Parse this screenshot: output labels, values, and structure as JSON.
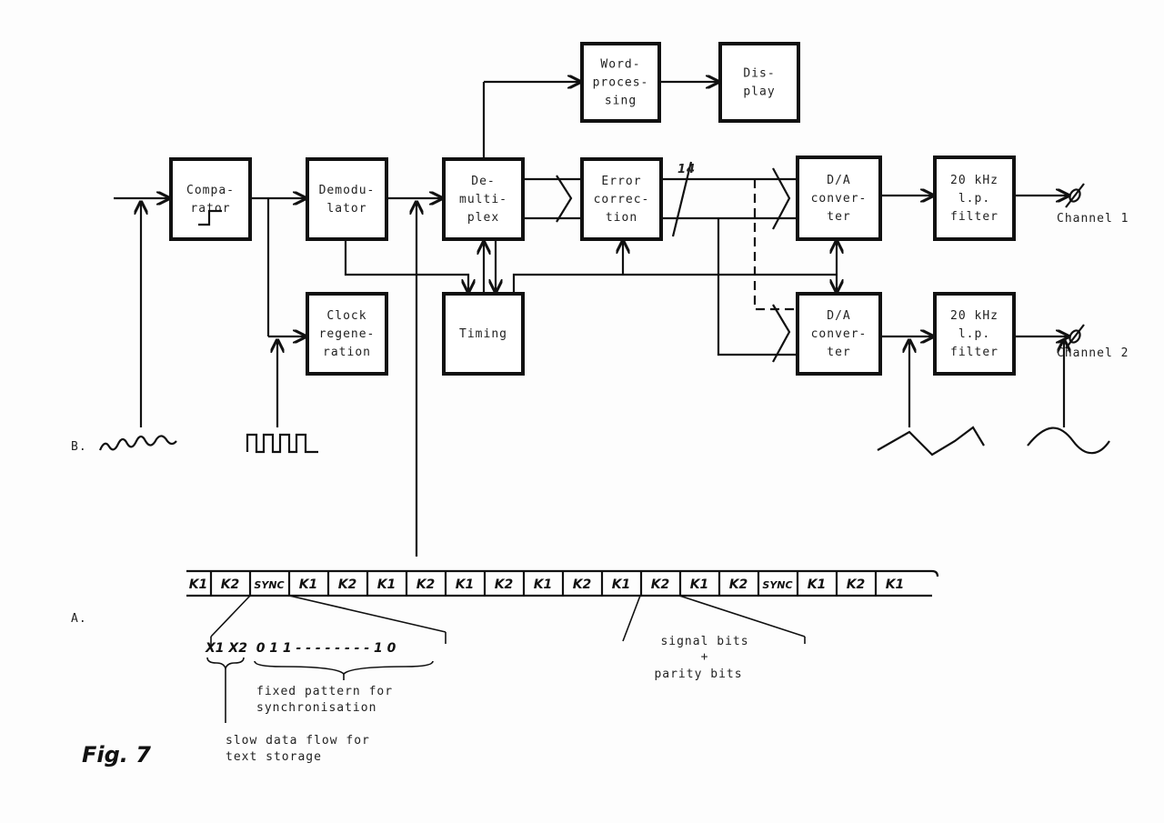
{
  "figure_label": "Fig. 7",
  "row_labels": {
    "b": "B.",
    "a": "A."
  },
  "blocks": {
    "comparator": [
      "Compa-",
      "rator"
    ],
    "demodulator": [
      "Demodu-",
      "lator"
    ],
    "clock": [
      "Clock",
      "regene-",
      "ration"
    ],
    "demultiplex": [
      "De-",
      "multi-",
      "plex"
    ],
    "timing": [
      "Timing"
    ],
    "word_processing": [
      "Word-",
      "proces-",
      "sing"
    ],
    "display": [
      "Dis-",
      "play"
    ],
    "error_correction": [
      "Error",
      "correc-",
      "tion"
    ],
    "da1": [
      "D/A",
      "conver-",
      "ter"
    ],
    "da2": [
      "D/A",
      "conver-",
      "ter"
    ],
    "filter1": [
      "20 kHz",
      "l.p.",
      "filter"
    ],
    "filter2": [
      "20 kHz",
      "l.p.",
      "filter"
    ]
  },
  "bus_width": "14",
  "channels": [
    "Channel 1",
    "Channel 2"
  ],
  "frame": [
    "K1",
    "K2",
    "SYNC",
    "K1",
    "K2",
    "K1",
    "K2",
    "K1",
    "K2",
    "K1",
    "K2",
    "K1",
    "K2",
    "K1",
    "K2",
    "SYNC",
    "K1",
    "K2",
    "K1"
  ],
  "sync_bits": "X1 X2  0 1 1 - - - - - - - - 1 0",
  "annotations": {
    "fixed": [
      "fixed pattern for",
      "synchronisation"
    ],
    "slow": [
      "slow data flow for",
      "text storage"
    ],
    "signal": [
      "signal bits",
      "+",
      "parity bits"
    ]
  }
}
